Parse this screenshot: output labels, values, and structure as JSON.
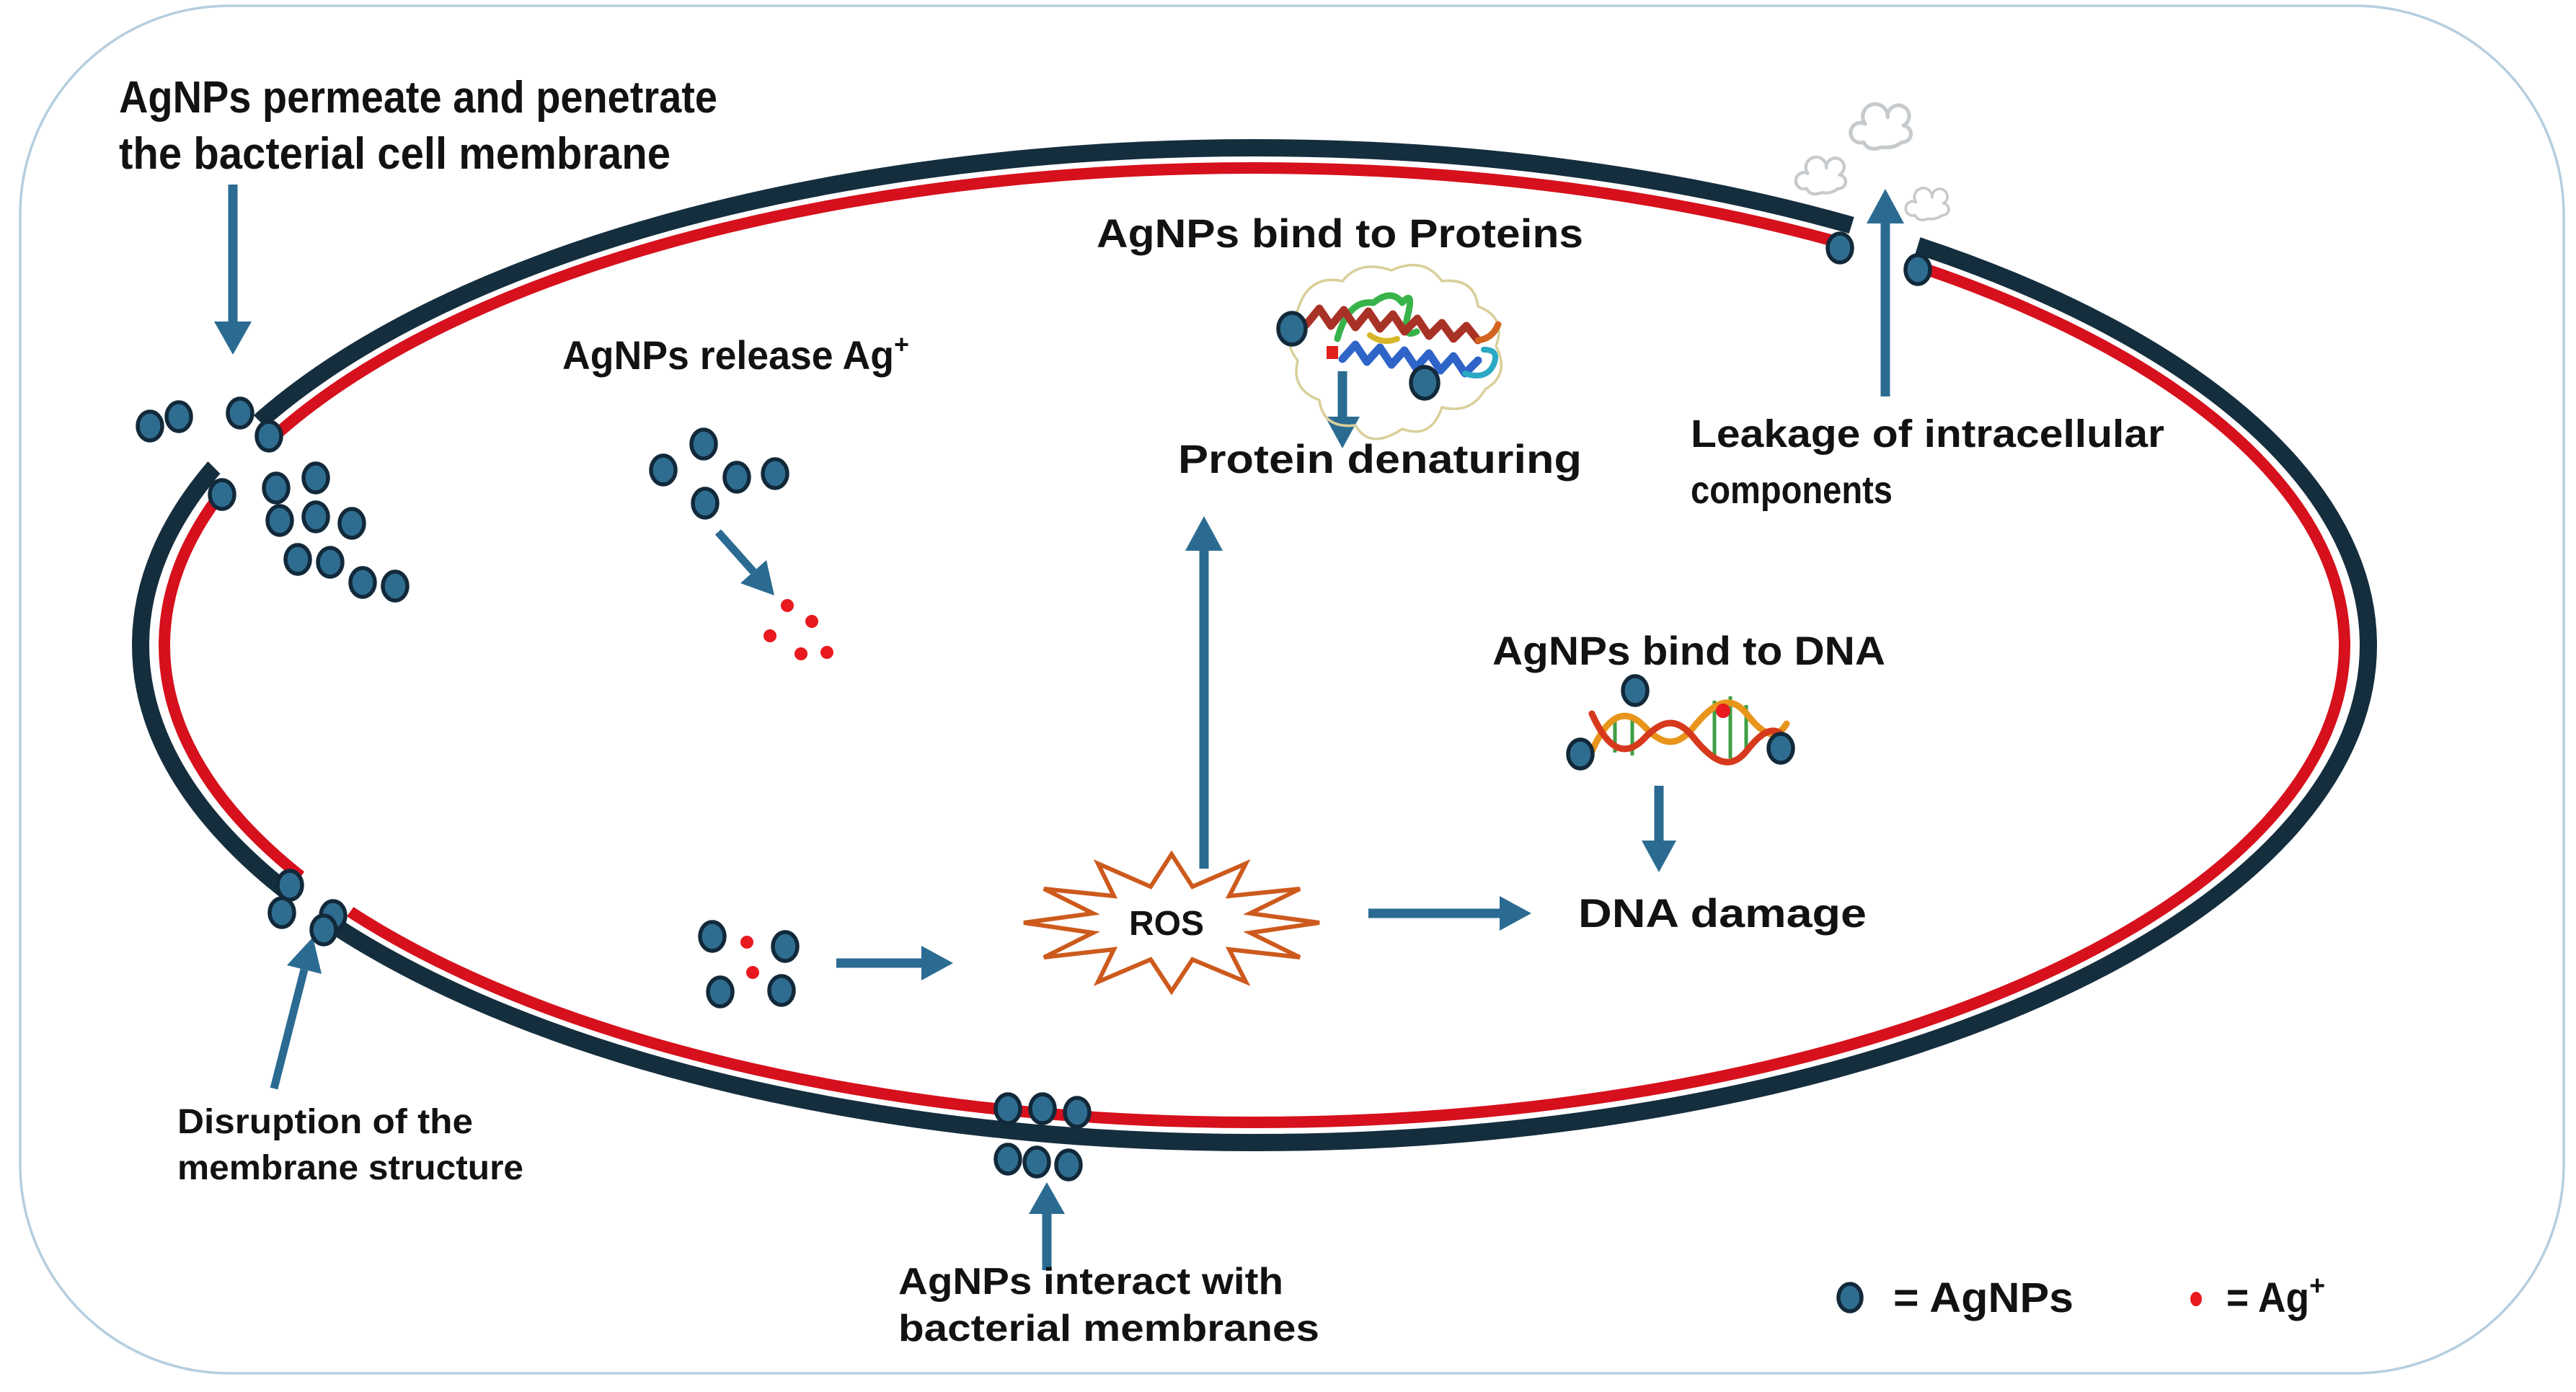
{
  "labels": {
    "permeate": {
      "line1": "AgNPs permeate and penetrate",
      "line2": "the bacterial cell membrane"
    },
    "release": {
      "text": "AgNPs release Ag",
      "sup": "+"
    },
    "bind_proteins": "AgNPs bind to Proteins",
    "protein_denaturing": "Protein denaturing",
    "bind_dna": "AgNPs bind to DNA",
    "dna_damage": "DNA damage",
    "ros": "ROS",
    "disruption": {
      "line1": "Disruption of the",
      "line2": "membrane structure"
    },
    "interact": {
      "line1": "AgNPs interact with",
      "line2": "bacterial membranes"
    },
    "leakage": {
      "line1": "Leakage of intracellular",
      "line2": "components"
    }
  },
  "legend": {
    "agnps": {
      "text": "= AgNPs"
    },
    "ag_ion": {
      "text": "= Ag",
      "sup": "+"
    }
  },
  "icons": [
    "agnp-dot",
    "ag-ion-dot",
    "ros-starburst",
    "protein-ribbon",
    "dna-helix",
    "leak-cloud",
    "flow-arrow",
    "bacterial-membrane"
  ],
  "colors": {
    "membrane_outer": "#152e3e",
    "membrane_inner": "#d6101c",
    "agnp_fill": "#2e6d90",
    "agnp_stroke": "#12293a",
    "ag_ion": "#e8191f",
    "arrow": "#2b6b92",
    "ros": "#cd5a1d",
    "cloud": "#c6cacd",
    "frame": "#b5cede",
    "text": "#121212"
  }
}
